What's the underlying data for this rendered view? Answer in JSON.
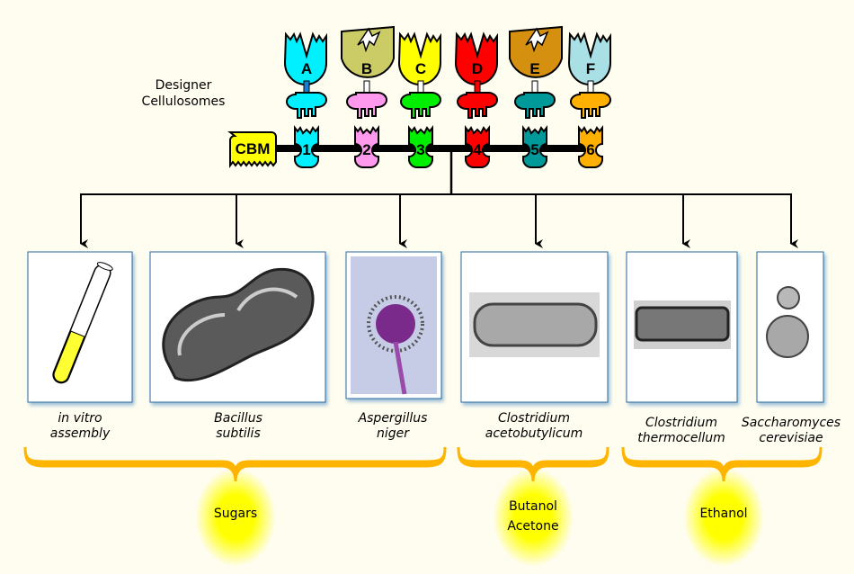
{
  "title": [
    "Designer",
    "Cellulosomes"
  ],
  "cbm_label": "CBM",
  "modules": [
    {
      "enzyme": "A",
      "cohesin": "1",
      "enzyme_color": "#00f0ff",
      "dock_color": "#00f0ff",
      "cut": false
    },
    {
      "enzyme": "B",
      "cohesin": "2",
      "enzyme_color": "#cccc66",
      "dock_color": "#ff99ee",
      "cut": true
    },
    {
      "enzyme": "C",
      "cohesin": "3",
      "enzyme_color": "#ffff00",
      "dock_color": "#00ee00",
      "cut": false
    },
    {
      "enzyme": "D",
      "cohesin": "4",
      "enzyme_color": "#ff0000",
      "dock_color": "#ff0000",
      "cut": false
    },
    {
      "enzyme": "E",
      "cohesin": "5",
      "enzyme_color": "#d4900e",
      "dock_color": "#009999",
      "cut": true
    },
    {
      "enzyme": "F",
      "cohesin": "6",
      "enzyme_color": "#a8e0e6",
      "dock_color": "#ffb000",
      "cut": false
    }
  ],
  "hosts": [
    {
      "line1": "in vitro",
      "line2": "assembly"
    },
    {
      "line1": "Bacillus",
      "line2": "subtilis"
    },
    {
      "line1": "Aspergillus",
      "line2": "niger"
    },
    {
      "line1": "Clostridium",
      "line2": "acetobutylicum"
    },
    {
      "line1": "Clostridium",
      "line2": "thermocellum"
    },
    {
      "line1": "Saccharomyces",
      "line2": "cerevisiae"
    }
  ],
  "products": [
    {
      "line1": "Sugars",
      "line2": ""
    },
    {
      "line1": "Butanol",
      "line2": "Acetone"
    },
    {
      "line1": "Ethanol",
      "line2": ""
    }
  ],
  "colors": {
    "brace": "#ffb400",
    "glow": "#ffff00",
    "background": "#fffdf0"
  }
}
